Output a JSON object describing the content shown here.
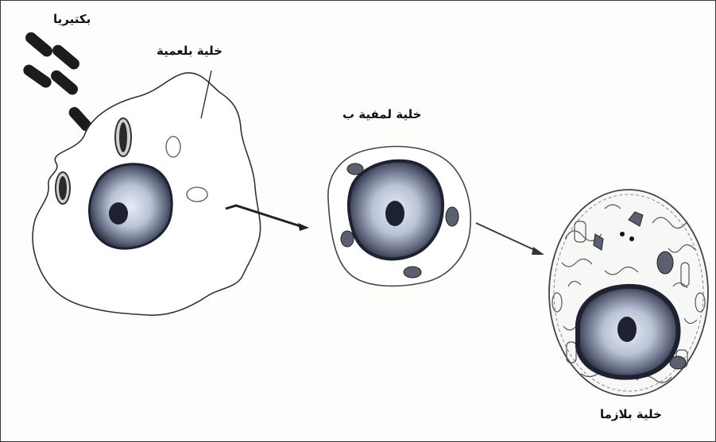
{
  "labels": {
    "bacteria": "بكتيريا",
    "phagocyte": "خلية بلعمية",
    "b_cell": "خلية لمفية ب",
    "plasma_cell": "خلية بلازما"
  },
  "colors": {
    "stroke": "#333333",
    "nucleus_dark": "#1e2230",
    "nucleus_light": "#9aa6bf",
    "organelle": "#5a6070"
  }
}
